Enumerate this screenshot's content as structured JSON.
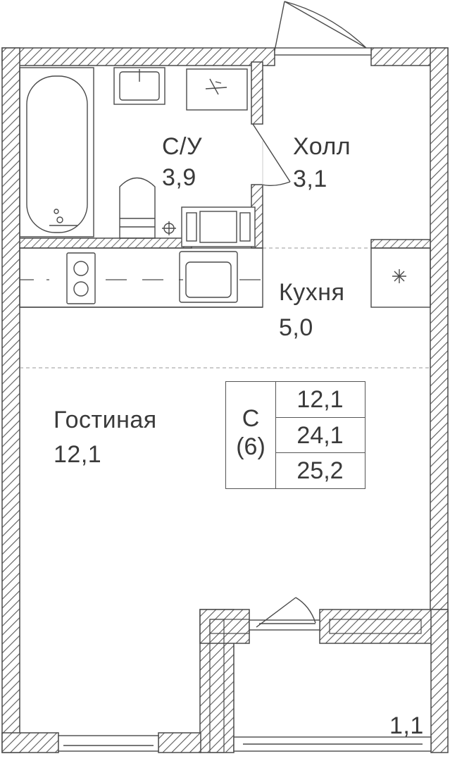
{
  "rooms": {
    "bathroom": {
      "name": "С/У",
      "area": "3,9"
    },
    "hall": {
      "name": "Холл",
      "area": "3,1"
    },
    "kitchen": {
      "name": "Кухня",
      "area": "5,0"
    },
    "living": {
      "name": "Гостиная",
      "area": "12,1"
    },
    "balcony": {
      "area": "1,1"
    }
  },
  "summary": {
    "type": "С",
    "rooms_count": "(6)",
    "living_area": "12,1",
    "total_area": "24,1",
    "total_with_balcony": "25,2"
  },
  "colors": {
    "line": "#4a4a4a",
    "text": "#3a3a3a"
  },
  "icons": [
    "bathtub-icon",
    "sink-icon",
    "toilet-icon",
    "stove-icon",
    "washing-machine-icon",
    "ventilation-icon",
    "water-valve-icon"
  ]
}
